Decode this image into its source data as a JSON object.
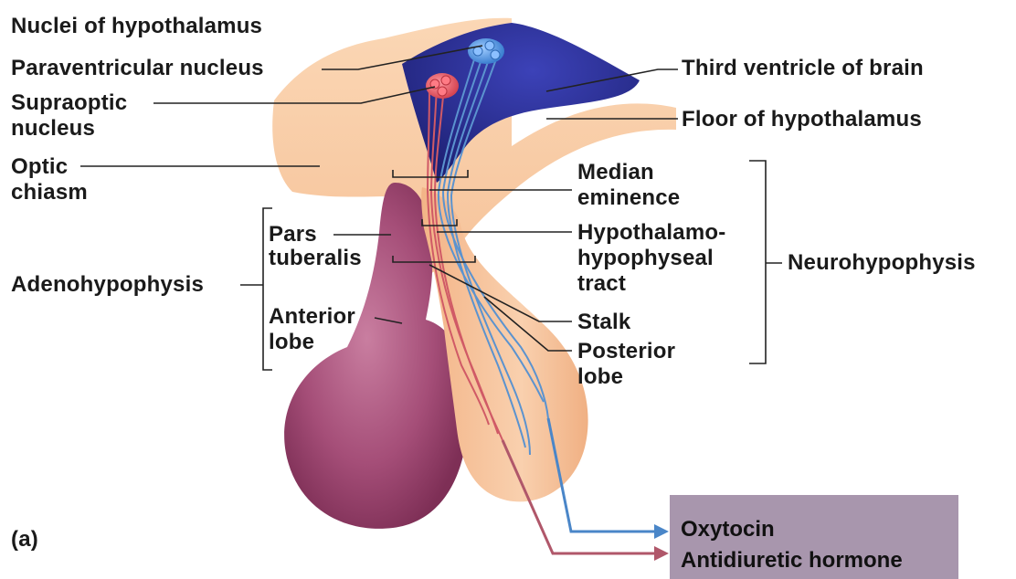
{
  "labels": {
    "nuclei_title": "Nuclei of hypothalamus",
    "paraventricular": "Paraventricular nucleus",
    "supraoptic_1": "Supraoptic",
    "supraoptic_2": "nucleus",
    "optic_1": "Optic",
    "optic_2": "chiasm",
    "adenohypophysis": "Adenohypophysis",
    "pars_1": "Pars",
    "pars_2": "tuberalis",
    "anterior_1": "Anterior",
    "anterior_2": "lobe",
    "third_ventricle": "Third ventricle of brain",
    "floor_hypothalamus": "Floor of hypothalamus",
    "median_1": "Median",
    "median_2": "eminence",
    "tract_1": "Hypothalamo-",
    "tract_2": "hypophyseal",
    "tract_3": "tract",
    "stalk": "Stalk",
    "posterior_1": "Posterior",
    "posterior_2": "lobe",
    "neurohypophysis": "Neurohypophysis",
    "panel": "(a)"
  },
  "hormones": {
    "oxytocin": "Oxytocin",
    "adh": "Antidiuretic hormone"
  },
  "colors": {
    "oxytocin_fiber": "#4a86c8",
    "adh_fiber": "#b0576a",
    "anterior_lobe": "#a14a73",
    "posterior_lobe": "#f6c49a",
    "ventricle": "#2c2f9a",
    "hormone_box": "#a896ad"
  }
}
